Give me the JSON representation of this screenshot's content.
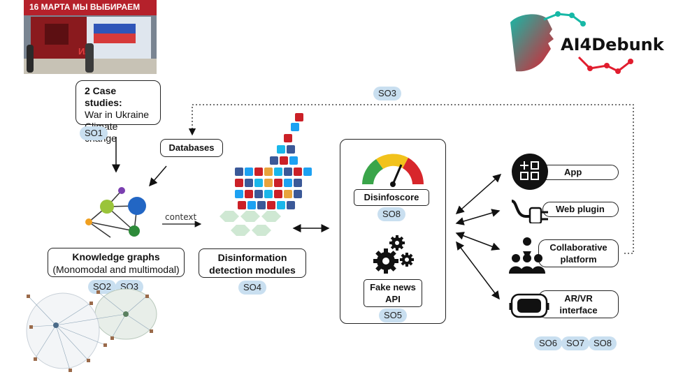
{
  "poster": {
    "headline": "16 МАРТА МЫ ВЫБИРАЕМ",
    "left_fragment": "ИЛ"
  },
  "logo": {
    "text": "AI4Debunk"
  },
  "case_studies": {
    "title": "2 Case studies:",
    "line1": "War in Ukraine",
    "line2": "Climate change",
    "tag": "SO1"
  },
  "databases": {
    "label": "Databases"
  },
  "top_link": {
    "tag": "SO3"
  },
  "knowledge_graphs": {
    "title": "Knowledge graphs",
    "subtitle": "(Monomodal and multimodal)",
    "tags": [
      "SO2",
      "SO3"
    ]
  },
  "context_label": "context",
  "detection": {
    "line1": "Disinformation",
    "line2": "detection modules",
    "tag": "SO4"
  },
  "core": {
    "disinfoscore": "Disinfoscore",
    "disinfoscore_tag": "SO8",
    "api_line1": "Fake news",
    "api_line2": "API",
    "api_tag": "SO5"
  },
  "outputs": {
    "app": "App",
    "web_plugin": "Web plugin",
    "collab_line1": "Collaborative",
    "collab_line2": "platform",
    "arvr_line1": "AR/VR",
    "arvr_line2": "interface",
    "tags": [
      "SO6",
      "SO7",
      "SO8"
    ]
  },
  "colors": {
    "tag_bg": "#c9dff0",
    "gauge_green": "#3aa54a",
    "gauge_yellow": "#f2c21b",
    "gauge_red": "#d7262b",
    "hex_green": "#cfe8d3",
    "logo_teal": "#17b8a6",
    "logo_red": "#e11d2e"
  }
}
